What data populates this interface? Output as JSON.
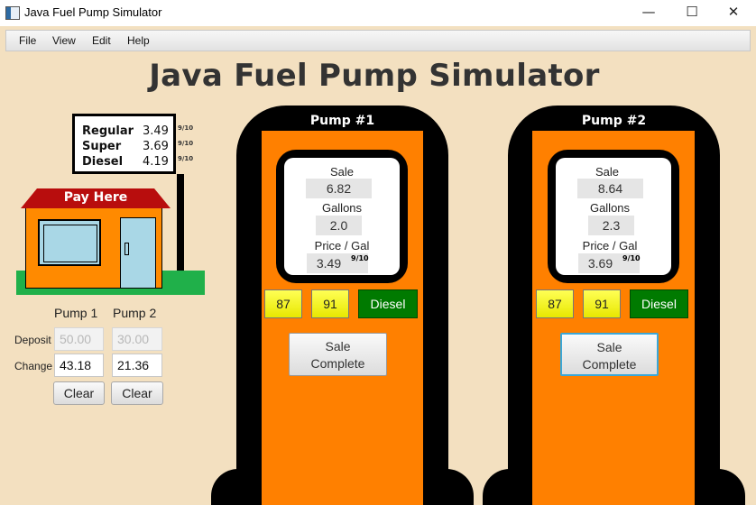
{
  "window": {
    "title": "Java Fuel Pump Simulator",
    "minimize": "—",
    "maximize": "☐",
    "close": "✕"
  },
  "menu": [
    "File",
    "View",
    "Edit",
    "Help"
  ],
  "heading": "Java Fuel Pump Simulator",
  "price_sign": {
    "rows": [
      {
        "name": "Regular",
        "price": "3.49",
        "tenth": "9/10"
      },
      {
        "name": "Super",
        "price": "3.69",
        "tenth": "9/10"
      },
      {
        "name": "Diesel",
        "price": "4.19",
        "tenth": "9/10"
      }
    ]
  },
  "store": {
    "roof_label": "Pay Here",
    "roof_color": "#b80d0d",
    "wall_color": "#ff8a00",
    "grass_color": "#20b04a"
  },
  "payment": {
    "col_headers": [
      "Pump 1",
      "Pump 2"
    ],
    "deposit_label": "Deposit",
    "change_label": "Change",
    "deposit_values": [
      "50.00",
      "30.00"
    ],
    "change_values": [
      "43.18",
      "21.36"
    ],
    "clear_label": "Clear"
  },
  "pumps": [
    {
      "title": "Pump #1",
      "sale_label": "Sale",
      "sale_value": "6.82",
      "gallons_label": "Gallons",
      "gallons_value": "2.0",
      "price_label": "Price / Gal",
      "price_value": "3.49",
      "tenth": "9/10",
      "fuel_buttons": [
        "87",
        "91",
        "Diesel"
      ],
      "sale_complete_label": [
        "Sale",
        "Complete"
      ]
    },
    {
      "title": "Pump #2",
      "sale_label": "Sale",
      "sale_value": "8.64",
      "gallons_label": "Gallons",
      "gallons_value": "2.3",
      "price_label": "Price / Gal",
      "price_value": "3.69",
      "tenth": "9/10",
      "fuel_buttons": [
        "87",
        "91",
        "Diesel"
      ],
      "sale_complete_label": [
        "Sale",
        "Complete"
      ]
    }
  ],
  "colors": {
    "pump_face": "#ff8000",
    "fuel_yellow": "#f2f200",
    "fuel_diesel": "#007a00",
    "focus_ring": "#3aa7d8"
  }
}
